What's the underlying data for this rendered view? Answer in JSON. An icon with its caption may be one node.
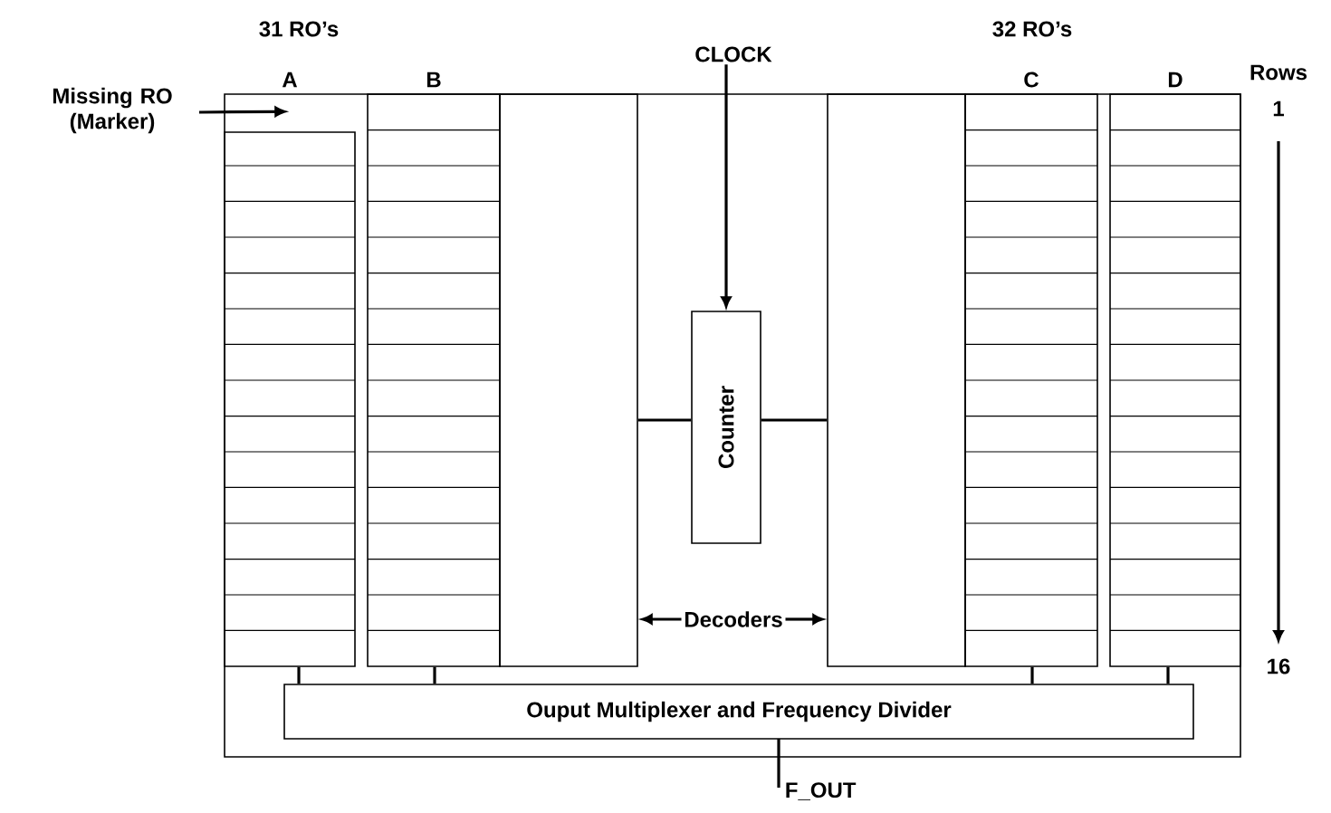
{
  "diagram": {
    "nodes": [
      {
        "text": [],
        "shape": "box"
      },
      {
        "text": [],
        "shape": "box",
        "in": 0,
        "beside": [
          "A"
        ]
      },
      {
        "text": [],
        "shape": "box",
        "in": 0,
        "beside": [
          "B"
        ]
      },
      {
        "text": [],
        "shape": "box",
        "in": 0
      },
      {
        "text": [
          "Counter"
        ],
        "in": 0
      },
      {
        "text": [],
        "shape": "box",
        "in": 0
      },
      {
        "text": [],
        "shape": "box",
        "in": 0,
        "beside": [
          "C"
        ]
      },
      {
        "text": [],
        "shape": "box",
        "in": 0,
        "beside": [
          "D"
        ]
      },
      {
        "text": [
          "Ouput Multiplexer and Frequency Divider"
        ],
        "in": 0
      },
      {
        "text": [
          "CLOCK"
        ]
      },
      {
        "text": [
          "F_OUT"
        ]
      },
      {
        "text": [
          "Missing RO (Marker)"
        ]
      },
      {
        "text": [
          "Decoders"
        ],
        "in": 0
      }
    ],
    "edges": [
      {
        "from": 9,
        "to": 4,
        "arrow": "to"
      },
      {
        "from": 3,
        "to": 4,
        "arrow": "none"
      },
      {
        "from": 4,
        "to": 5,
        "arrow": "none"
      },
      {
        "from": 1,
        "to": 8,
        "arrow": "none"
      },
      {
        "from": 2,
        "to": 8,
        "arrow": "none"
      },
      {
        "from": 6,
        "to": 8,
        "arrow": "none"
      },
      {
        "from": 7,
        "to": 8,
        "arrow": "none"
      },
      {
        "from": 8,
        "to": 10,
        "arrow": "none"
      },
      {
        "from": 11,
        "to": 1,
        "arrow": "to"
      },
      {
        "from": 12,
        "to": 3,
        "arrow": "to"
      },
      {
        "from": 12,
        "to": 5,
        "arrow": "to"
      }
    ],
    "labels": [
      "31 RO’s",
      "32 RO’s",
      "Rows",
      "1",
      "16"
    ]
  }
}
